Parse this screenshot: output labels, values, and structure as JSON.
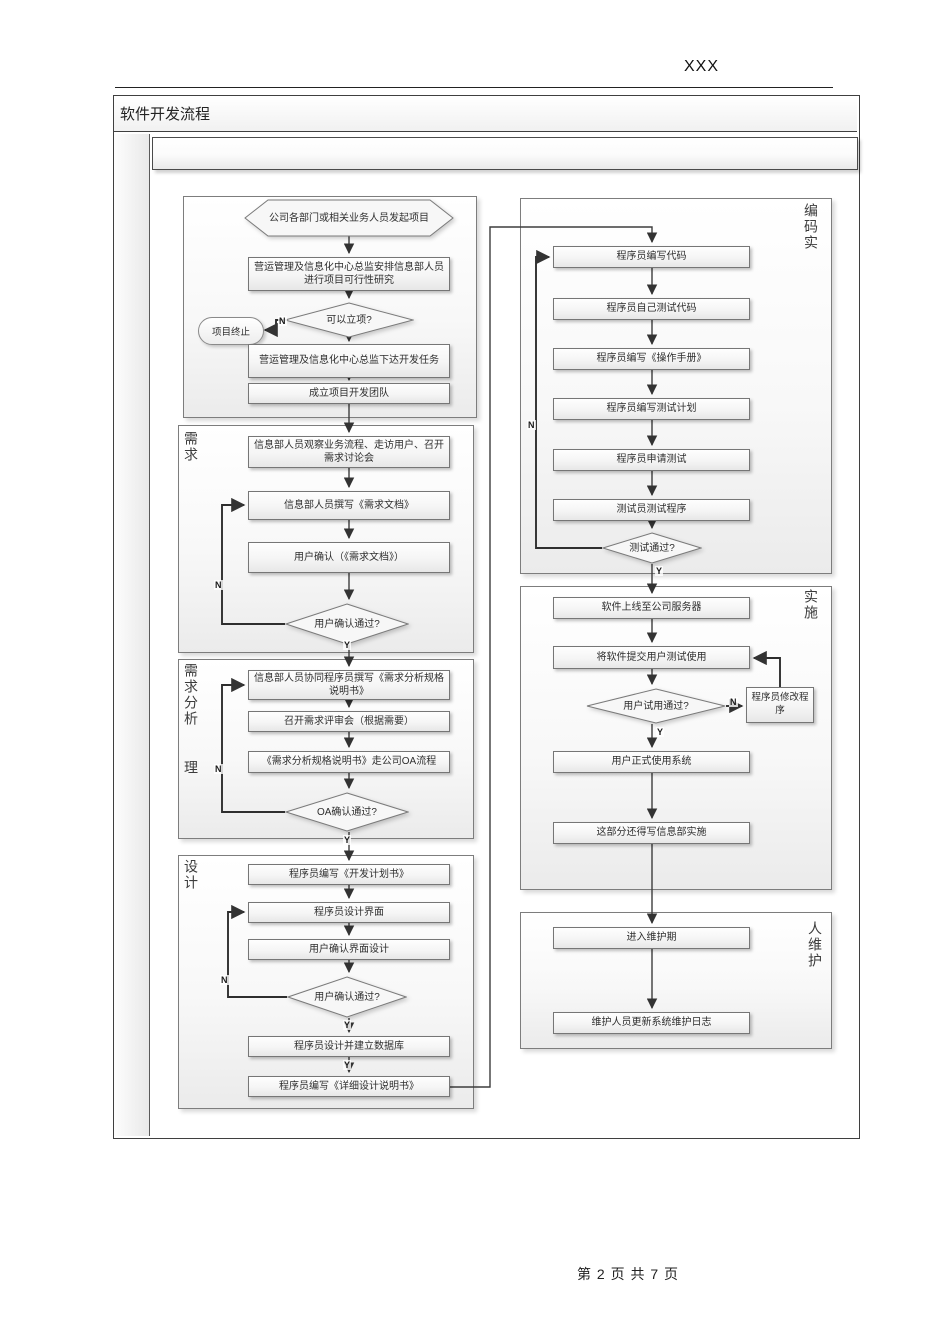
{
  "header": {
    "corner_text": "XXX"
  },
  "doc": {
    "title": "软件开发流程"
  },
  "flow": {
    "labels": {
      "yes": "Y",
      "no": "N"
    },
    "sections": {
      "initiation": {
        "start": "公司各部门或相关业务人员发起项目",
        "feasibility": "营运管理及信息化中心总监安排信息部人员进行项目可行性研究",
        "decision": "可以立项?",
        "terminate": "项目终止",
        "assign": "营运管理及信息化中心总监下达开发任务",
        "team": "成立项目开发团队"
      },
      "requirements": {
        "label": "需求",
        "observe": "信息部人员观察业务流程、走访用户、召开需求讨论会",
        "write_doc": "信息部人员撰写《需求文档》",
        "confirm_doc": "用户确认（《需求文档》）",
        "decision": "用户确认通过?"
      },
      "analysis": {
        "label": "需求分析",
        "label_tail": "理",
        "write_spec": "信息部人员协同程序员撰写《需求分析规格说明书》",
        "review": "召开需求评审会（根据需要）",
        "oa": "《需求分析规格说明书》走公司OA流程",
        "decision": "OA确认通过?"
      },
      "design": {
        "label": "设计",
        "plan": "程序员编写《开发计划书》",
        "ui": "程序员设计界面",
        "ui_confirm": "用户确认界面设计",
        "decision": "用户确认通过?",
        "database": "程序员设计并建立数据库",
        "detail_spec": "程序员编写《详细设计说明书》"
      },
      "coding": {
        "label": "编码实",
        "write_code": "程序员编写代码",
        "self_test": "程序员自己测试代码",
        "manual": "程序员编写《操作手册》",
        "test_plan": "程序员编写测试计划",
        "apply_test": "程序员申请测试",
        "tester_test": "测试员测试程序",
        "decision": "测试通过?"
      },
      "deployment": {
        "label": "实施",
        "online": "软件上线至公司服务器",
        "submit": "将软件提交用户测试使用",
        "decision": "用户试用通过?",
        "fix": "程序员修改程序",
        "official": "用户正式使用系统",
        "note": "这部分还得写信息部实施"
      },
      "maintenance": {
        "label": "人维护",
        "enter": "进入维护期",
        "update_log": "维护人员更新系统维护日志"
      }
    }
  },
  "footer": {
    "page_info": "第 2 页 共 7 页"
  }
}
